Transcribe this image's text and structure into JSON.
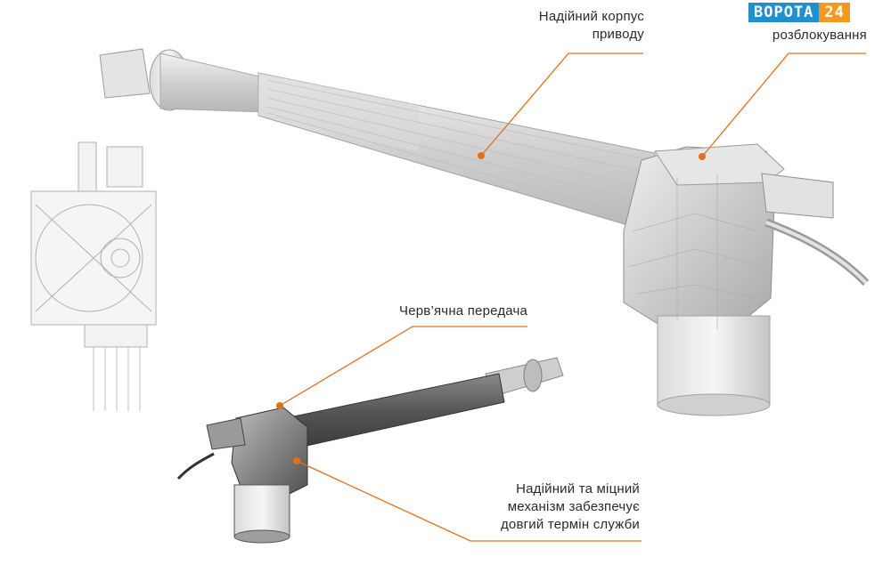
{
  "logo": {
    "part1": "ВОРОТА",
    "part2": "24",
    "color_blue": "#1f8fd0",
    "color_orange": "#f39a1e"
  },
  "callouts": {
    "housing": {
      "line1": "Надійний корпус",
      "line2": "приводу"
    },
    "unlock": {
      "line1": "розблокування"
    },
    "worm_gear": {
      "line1": "Черв’ячна передача"
    },
    "mechanism": {
      "line1": "Надійний та міцний",
      "line2": "механізм забезпечує",
      "line3": "довгий термін служби"
    }
  },
  "accent_color": "#e0701c"
}
